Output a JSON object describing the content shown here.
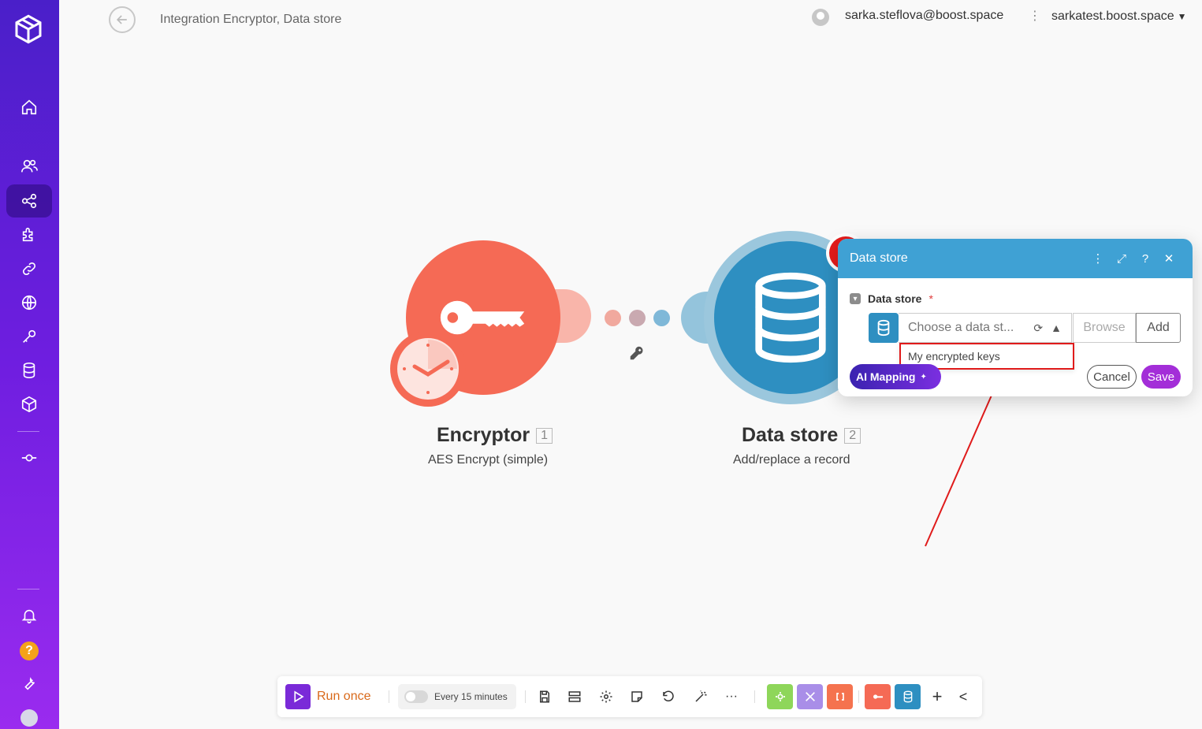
{
  "header": {
    "breadcrumb": "Integration Encryptor, Data store",
    "email": "sarka.steflova@boost.space",
    "org": "sarkatest.boost.space"
  },
  "sidebar": {
    "items": [
      {
        "icon": "home-icon"
      },
      {
        "icon": "users-icon"
      },
      {
        "icon": "share-icon",
        "active": true
      },
      {
        "icon": "puzzle-icon"
      },
      {
        "icon": "link-icon"
      },
      {
        "icon": "globe-icon"
      },
      {
        "icon": "key-icon"
      },
      {
        "icon": "database-icon"
      },
      {
        "icon": "cube-icon"
      },
      {
        "icon": "commit-icon"
      }
    ],
    "help_label": "?"
  },
  "modules": {
    "encryptor": {
      "title": "Encryptor",
      "number": "1",
      "subtitle": "AES Encrypt (simple)",
      "color": "#f56a55"
    },
    "datastore": {
      "title": "Data store",
      "number": "2",
      "subtitle": "Add/replace a record",
      "color": "#2e8fc1"
    }
  },
  "panel": {
    "title": "Data store",
    "field_label": "Data store",
    "required_mark": "*",
    "select_placeholder": "Choose a data st...",
    "browse_label": "Browse",
    "add_label": "Add",
    "dropdown_option": "My encrypted keys",
    "ai_label": "AI Mapping",
    "cancel_label": "Cancel",
    "save_label": "Save",
    "header_color": "#3fa1d4"
  },
  "toolbar": {
    "run_label": "Run once",
    "schedule_label": "Every 15 minutes",
    "more_label": "···",
    "add_label": "+",
    "collapse_label": "<"
  },
  "colors": {
    "accent": "#7a2ad8",
    "highlight": "#e01b1b",
    "save": "#a32ed8"
  }
}
